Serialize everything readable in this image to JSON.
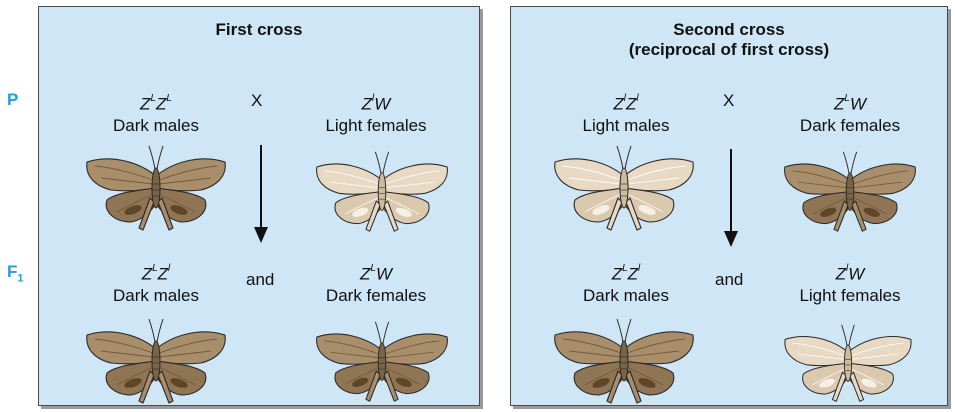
{
  "generations": {
    "p": "P",
    "f1": "F",
    "f1_sub": "1"
  },
  "first_cross": {
    "title": "First cross",
    "cross_symbol": "X",
    "and_text": "and",
    "p_male": {
      "geno_base1": "Z",
      "geno_sup1": "L",
      "geno_base2": "Z",
      "geno_sup2": "L",
      "desc": "Dark males",
      "tone": "dark"
    },
    "p_female": {
      "geno_base1": "Z",
      "geno_sup1": "l",
      "geno_base2": "W",
      "desc": "Light females",
      "tone": "light"
    },
    "f1_male": {
      "geno_base1": "Z",
      "geno_sup1": "L",
      "geno_base2": "Z",
      "geno_sup2": "l",
      "desc": "Dark males",
      "tone": "dark"
    },
    "f1_female": {
      "geno_base1": "Z",
      "geno_sup1": "L",
      "geno_base2": "W",
      "desc": "Dark females",
      "tone": "dark"
    }
  },
  "second_cross": {
    "title_line1": "Second cross",
    "title_line2": "(reciprocal of first cross)",
    "cross_symbol": "X",
    "and_text": "and",
    "p_male": {
      "geno_base1": "Z",
      "geno_sup1": "l",
      "geno_base2": "Z",
      "geno_sup2": "l",
      "desc": "Light males",
      "tone": "light"
    },
    "p_female": {
      "geno_base1": "Z",
      "geno_sup1": "L",
      "geno_base2": "W",
      "desc": "Dark females",
      "tone": "dark"
    },
    "f1_male": {
      "geno_base1": "Z",
      "geno_sup1": "L",
      "geno_base2": "Z",
      "geno_sup2": "l",
      "desc": "Dark males",
      "tone": "dark"
    },
    "f1_female": {
      "geno_base1": "Z",
      "geno_sup1": "l",
      "geno_base2": "W",
      "desc": "Light females",
      "tone": "light"
    }
  },
  "colors": {
    "panel_bg": "#cfe6f6",
    "generation_label": "#1ca0dc",
    "dark_wing": "#a88e6a",
    "dark_hind": "#8f7553",
    "light_wing": "#e7d9c3",
    "light_hind": "#dac9ae"
  }
}
